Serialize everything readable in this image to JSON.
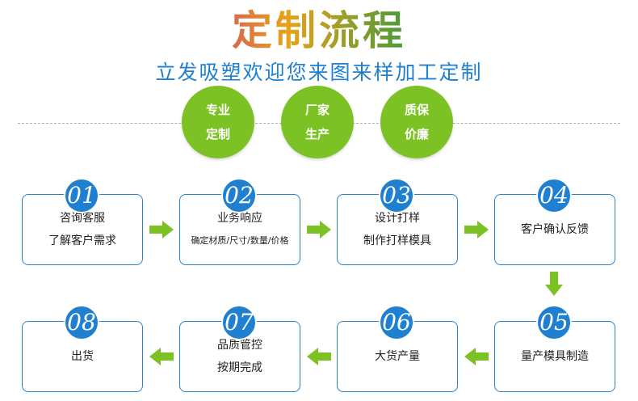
{
  "title": "定制流程",
  "subtitle": "立发吸塑欢迎您来图来样加工定制",
  "features": [
    {
      "line1": "专业",
      "line2": "定制"
    },
    {
      "line1": "厂家",
      "line2": "生产"
    },
    {
      "line1": "质保",
      "line2": "价廉"
    }
  ],
  "steps": [
    {
      "number": "01",
      "line1": "咨询客服",
      "line2": "了解客户需求"
    },
    {
      "number": "02",
      "line1": "业务响应",
      "line2": "确定材质/尺寸/数量/价格"
    },
    {
      "number": "03",
      "line1": "设计打样",
      "line2": "制作打样模具"
    },
    {
      "number": "04",
      "line1": "客户确认反馈",
      "line2": ""
    },
    {
      "number": "05",
      "line1": "量产模具制造",
      "line2": ""
    },
    {
      "number": "06",
      "line1": "大货产量",
      "line2": ""
    },
    {
      "number": "07",
      "line1": "品质管控",
      "line2": "按期完成"
    },
    {
      "number": "08",
      "line1": "出货",
      "line2": ""
    }
  ],
  "colors": {
    "accent_blue": "#1f7fd1",
    "accent_green": "#7dc224"
  }
}
